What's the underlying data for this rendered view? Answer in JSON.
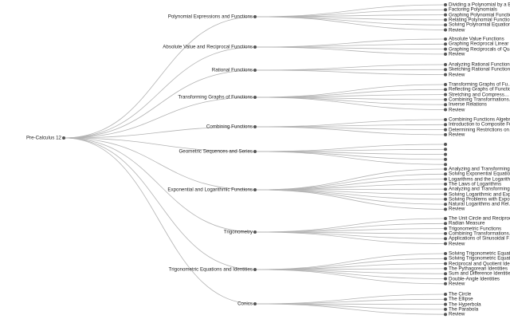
{
  "root": {
    "label": "Pre-Calculus 12"
  },
  "style": {
    "link_color": "#b3b3b3",
    "node_color": "#555555",
    "text_color": "#222222"
  },
  "topics": [
    {
      "label": "Polynomial Expressions and Functions",
      "children": [
        "Dividing a Polynomial by a Bi…",
        "Factoring Polynomials",
        "Graphing Polynomial Functio…",
        "Relating Polynomial Function…",
        "Solving Polynomial Equations…",
        "Review"
      ]
    },
    {
      "label": "Absolute Value and Reciprocal Functions",
      "children": [
        "Absolute Value Functions",
        "Graphing Reciprocal Linear F…",
        "Graphing Reciprocals of Qua…",
        "Review"
      ]
    },
    {
      "label": "Rational Functions",
      "children": [
        "Analyzing Rational Functions…",
        "Sketching Rational Function…",
        "Review"
      ]
    },
    {
      "label": "Transforming Graphs of Functions",
      "children": [
        "Transforming Graphs of Fu…",
        "Reflecting Graphs of Functio…",
        "Stretching and Compress…",
        "Combining Transformations…",
        "Inverse Relations",
        "Review"
      ]
    },
    {
      "label": "Combining Functions",
      "children": [
        "Combining Functions Algebra…",
        "Introduction to Composite Fu…",
        "Determining Restrictions on…",
        "Review"
      ]
    },
    {
      "label": "Geometric Sequences and Series",
      "children": [
        "",
        "",
        "",
        "",
        ""
      ]
    },
    {
      "label": "Exponential and Logarithmic Functions",
      "children": [
        "Analyzing and Transforming…",
        "Solving Exponential Equatio…",
        "Logarithms and the Logarith…",
        "The Laws of Logarithms",
        "Analyzing and Transforming…",
        "Solving Logarithmic and Expo…",
        "Solving Problems with Expon…",
        "Natural Logarithms and Rel…",
        "Review"
      ]
    },
    {
      "label": "Trigonometry",
      "children": [
        "The Unit Circle and Reciproc…",
        "Radian Measure",
        "Trigonometric Functions",
        "Combining Transformations…",
        "Applications of Sinusoidal F…",
        "Review"
      ]
    },
    {
      "label": "Trigonometric Equations and Identities",
      "children": [
        "Solving Trigonometric Equati…",
        "Solving Trigonometric Equati…",
        "Reciprocal and Quotient Iden…",
        "The Pythagorean Identities",
        "Sum and Difference Identities…",
        "Double-Angle Identities",
        "Review"
      ]
    },
    {
      "label": "Conics",
      "children": [
        "The Circle",
        "The Ellipse",
        "The Hyperbola",
        "The Parabola",
        "Review"
      ]
    }
  ]
}
